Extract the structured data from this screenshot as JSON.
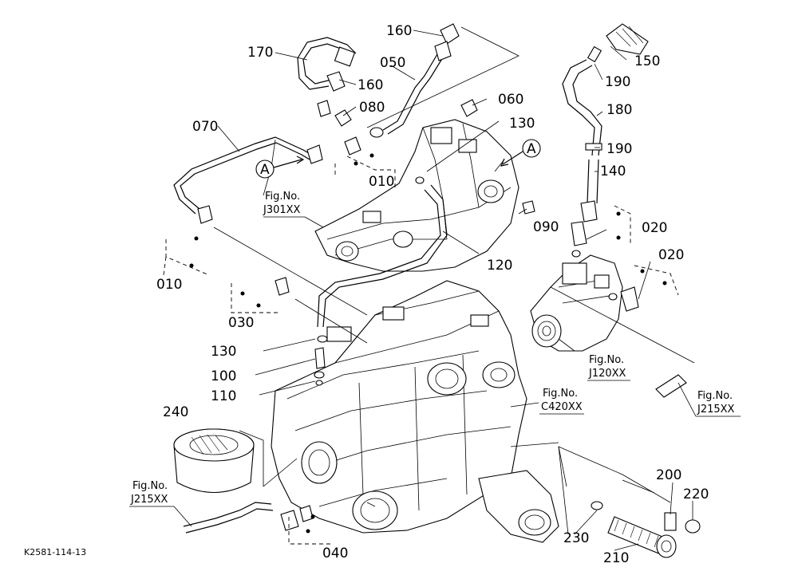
{
  "diagram_code": "K2581-114-13",
  "part_labels": [
    {
      "id": "p160a",
      "text": "160"
    },
    {
      "id": "p170",
      "text": "170"
    },
    {
      "id": "p050",
      "text": "050"
    },
    {
      "id": "p160b",
      "text": "160"
    },
    {
      "id": "p080",
      "text": "080"
    },
    {
      "id": "p060",
      "text": "060"
    },
    {
      "id": "p130a",
      "text": "130"
    },
    {
      "id": "p070",
      "text": "070"
    },
    {
      "id": "p010a",
      "text": "010"
    },
    {
      "id": "p090",
      "text": "090"
    },
    {
      "id": "p010b",
      "text": "010"
    },
    {
      "id": "p120",
      "text": "120"
    },
    {
      "id": "p030",
      "text": "030"
    },
    {
      "id": "p130b",
      "text": "130"
    },
    {
      "id": "p100",
      "text": "100"
    },
    {
      "id": "p110",
      "text": "110"
    },
    {
      "id": "p240",
      "text": "240"
    },
    {
      "id": "p040",
      "text": "040"
    },
    {
      "id": "p150",
      "text": "150"
    },
    {
      "id": "p190a",
      "text": "190"
    },
    {
      "id": "p180",
      "text": "180"
    },
    {
      "id": "p190b",
      "text": "190"
    },
    {
      "id": "p140",
      "text": "140"
    },
    {
      "id": "p020a",
      "text": "020"
    },
    {
      "id": "p020b",
      "text": "020"
    },
    {
      "id": "p200",
      "text": "200"
    },
    {
      "id": "p220",
      "text": "220"
    },
    {
      "id": "p230",
      "text": "230"
    },
    {
      "id": "p210",
      "text": "210"
    }
  ],
  "fig_refs": [
    {
      "id": "fJ301",
      "title": "Fig.No.",
      "number": "J301XX"
    },
    {
      "id": "fJ120",
      "title": "Fig.No.",
      "number": "J120XX"
    },
    {
      "id": "fC420",
      "title": "Fig.No.",
      "number": "C420XX"
    },
    {
      "id": "fJ215a",
      "title": "Fig.No.",
      "number": "J215XX"
    },
    {
      "id": "fJ215b",
      "title": "Fig.No.",
      "number": "J215XX"
    }
  ],
  "callout_marks": [
    {
      "id": "markA1",
      "text": "A"
    },
    {
      "id": "markA2",
      "text": "A"
    }
  ]
}
